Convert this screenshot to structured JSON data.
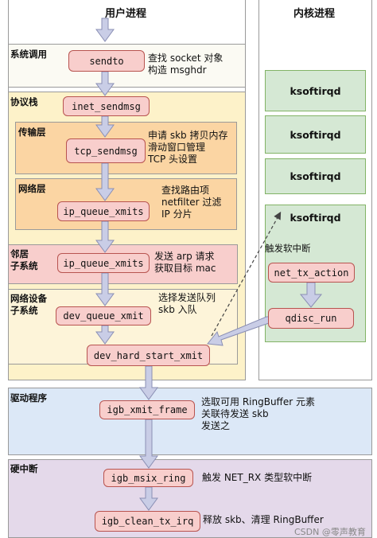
{
  "columns": {
    "user": "用户进程",
    "kernel": "内核进程"
  },
  "layers": {
    "syscall": "系统调用",
    "protocol_stack": "协议栈",
    "transport": "传输层",
    "network": "网络层",
    "neighbor": [
      "邻居",
      "子系统"
    ],
    "netdev": [
      "网络设备",
      "子系统"
    ],
    "driver": "驱动程序",
    "hardirq": "硬中断"
  },
  "nodes": {
    "sendto": "sendto",
    "inet_sendmsg": "inet_sendmsg",
    "tcp_sendmsg": "tcp_sendmsg",
    "ip_queue_xmit_1": "ip_queue_xmits",
    "ip_queue_xmit_2": "ip_queue_xmits",
    "dev_queue_xmit": "dev_queue_xmit",
    "dev_hard_start_xmit": "dev_hard_start_xmit",
    "igb_xmit_frame": "igb_xmit_frame",
    "igb_msix_ring": "igb_msix_ring",
    "igb_clean_tx_irq": "igb_clean_tx_irq",
    "ksoftirqd": [
      "ksoftirqd",
      "ksoftirqd",
      "ksoftirqd",
      "ksoftirqd"
    ],
    "net_tx_action": "net_tx_action",
    "qdisc_run": "qdisc_run"
  },
  "notes": {
    "sendto": [
      "查找 socket 对象",
      "构造 msghdr"
    ],
    "tcp_sendmsg": [
      "申请 skb 拷贝内存",
      "滑动窗口管理",
      "TCP 头设置"
    ],
    "ip_queue_xmit_1": [
      "查找路由项",
      "netfilter 过滤",
      "IP 分片"
    ],
    "ip_queue_xmit_2": [
      "发送 arp 请求",
      "获取目标 mac"
    ],
    "dev_queue_xmit": [
      "选择发送队列",
      "skb 入队"
    ],
    "igb_xmit_frame": [
      "选取可用 RingBuffer 元素",
      "关联待发送 skb",
      "发送之"
    ],
    "igb_msix_ring": [
      "触发 NET_RX 类型软中断"
    ],
    "igb_clean_tx_irq": [
      "释放 skb、清理 RingBuffer"
    ],
    "softirq_trigger": [
      "触发软中断"
    ]
  },
  "watermark": "CSDN @零声教育",
  "colors": {
    "node_fill": "#f8cecc",
    "node_stroke": "#b85450",
    "kernel_fill": "#d5e8d4",
    "kernel_stroke": "#82b366",
    "syscall_fill": "#fbfaf3",
    "stack_fill": "#fdf2c9",
    "sublayer_fill": "#fbd5a3",
    "driver_fill": "#dce8f7",
    "hardirq_fill": "#e4d9ea",
    "arrow_fill": "#c9cde6",
    "arrow_stroke": "#8a8fb4"
  }
}
